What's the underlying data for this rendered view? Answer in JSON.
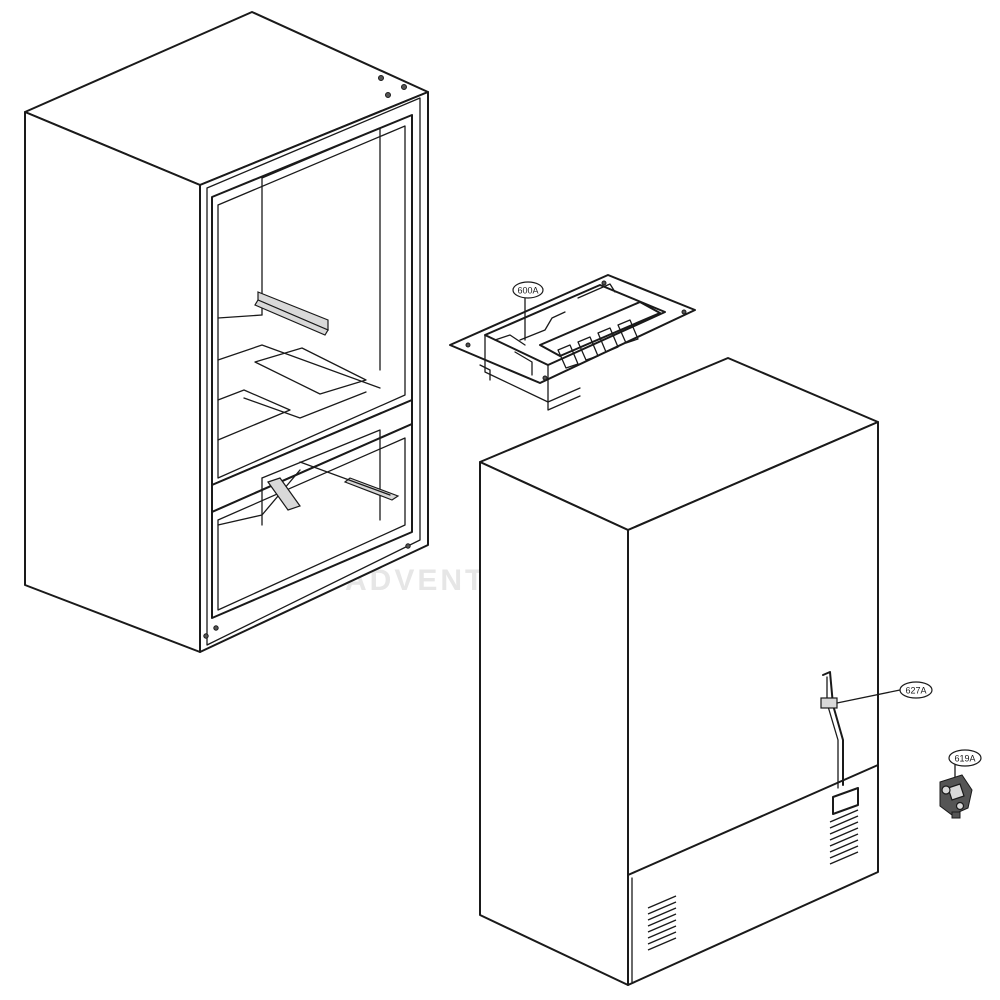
{
  "callouts": {
    "ice_maker": "600A",
    "water_tube": "627A",
    "valve": "619A"
  },
  "watermark": "ADVENTURE",
  "colors": {
    "line": "#1a1a1a",
    "background": "#ffffff",
    "watermark": "#e6e6e6"
  }
}
